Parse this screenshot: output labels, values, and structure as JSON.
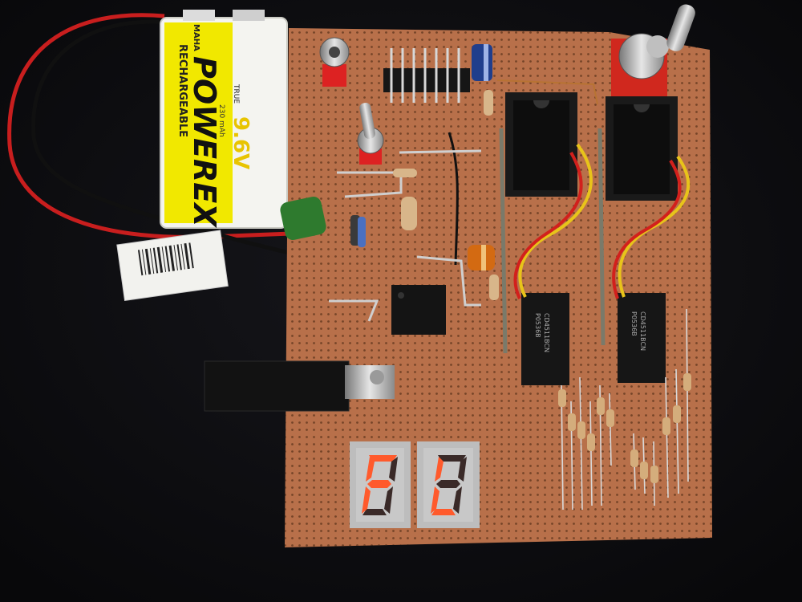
{
  "battery": {
    "brand": "POWEREX",
    "brand_prefix": "MAHA",
    "voltage": "9.6V",
    "voltage_prefix": "TRUE",
    "type": "RECHARGEABLE",
    "capacity": "230 mAh"
  },
  "ic_marking": {
    "line1": "P0536B",
    "line2": "CD4511BCN"
  },
  "display": {
    "digit1": "F",
    "digit2": "L"
  },
  "colors": {
    "board": "#b8704a",
    "led_on": "#ff5a2c",
    "background": "#0c0c0f"
  }
}
